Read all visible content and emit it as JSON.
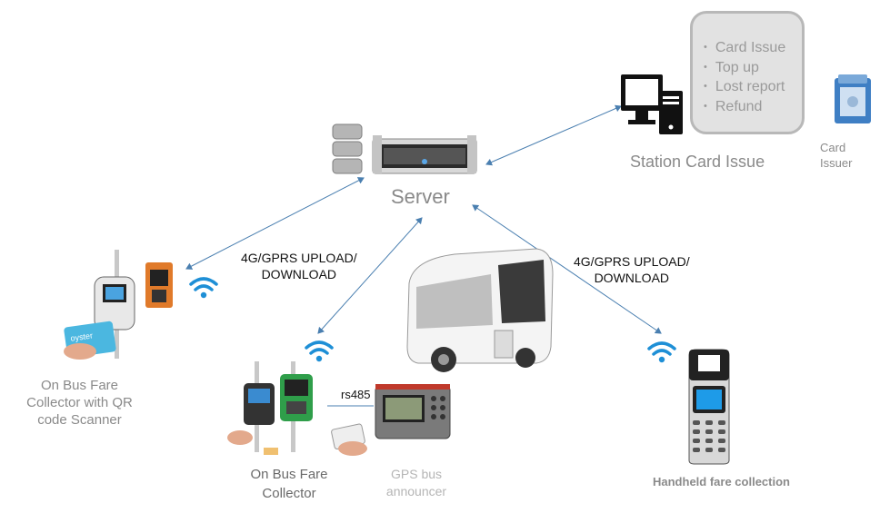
{
  "server": {
    "label": "Server"
  },
  "station": {
    "label": "Station Card Issue"
  },
  "card_issuer": {
    "line1": "Card",
    "line2": "Issuer"
  },
  "station_functions": [
    "Card Issue",
    "Top up",
    "Lost report",
    "Refund"
  ],
  "link_left": {
    "line1": "4G/GPRS UPLOAD/",
    "line2": "DOWNLOAD"
  },
  "link_right": {
    "line1": "4G/GPRS UPLOAD/",
    "line2": "DOWNLOAD"
  },
  "qr_collector": {
    "line1": "On Bus Fare",
    "line2": "Collector with QR",
    "line3": "code Scanner"
  },
  "fare_collector": {
    "line1": "On Bus Fare",
    "line2": "Collector"
  },
  "gps": {
    "line1": "GPS bus",
    "line2": "announcer"
  },
  "rs485": {
    "label": "rs485"
  },
  "handheld": {
    "label": "Handheld fare collection"
  },
  "colors": {
    "arrow": "#4a7fb0",
    "wifi": "#1e8fd6",
    "text_grey": "#8a8a8a",
    "box_fill": "#e2e2e2"
  }
}
